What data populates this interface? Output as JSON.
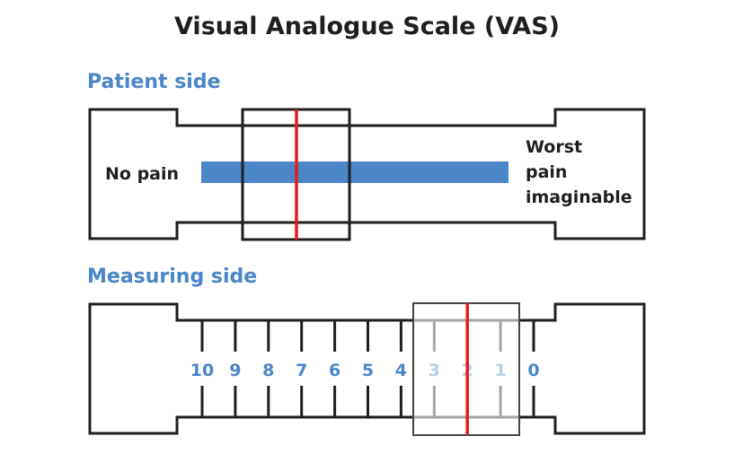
{
  "title": "Visual Analogue Scale (VAS)",
  "patient_side": {
    "heading": "Patient side",
    "left_label": "No pain",
    "right_label": [
      "Worst",
      "pain",
      "imaginable"
    ]
  },
  "measuring_side": {
    "heading": "Measuring side",
    "scale": [
      "10",
      "9",
      "8",
      "7",
      "6",
      "5",
      "4",
      "3",
      "2",
      "1",
      "0"
    ],
    "slider_reading": 2
  },
  "colors": {
    "pain_bar": "#4a86c8",
    "slider_line": "#e81c1c",
    "heading": "#4a86c8"
  }
}
